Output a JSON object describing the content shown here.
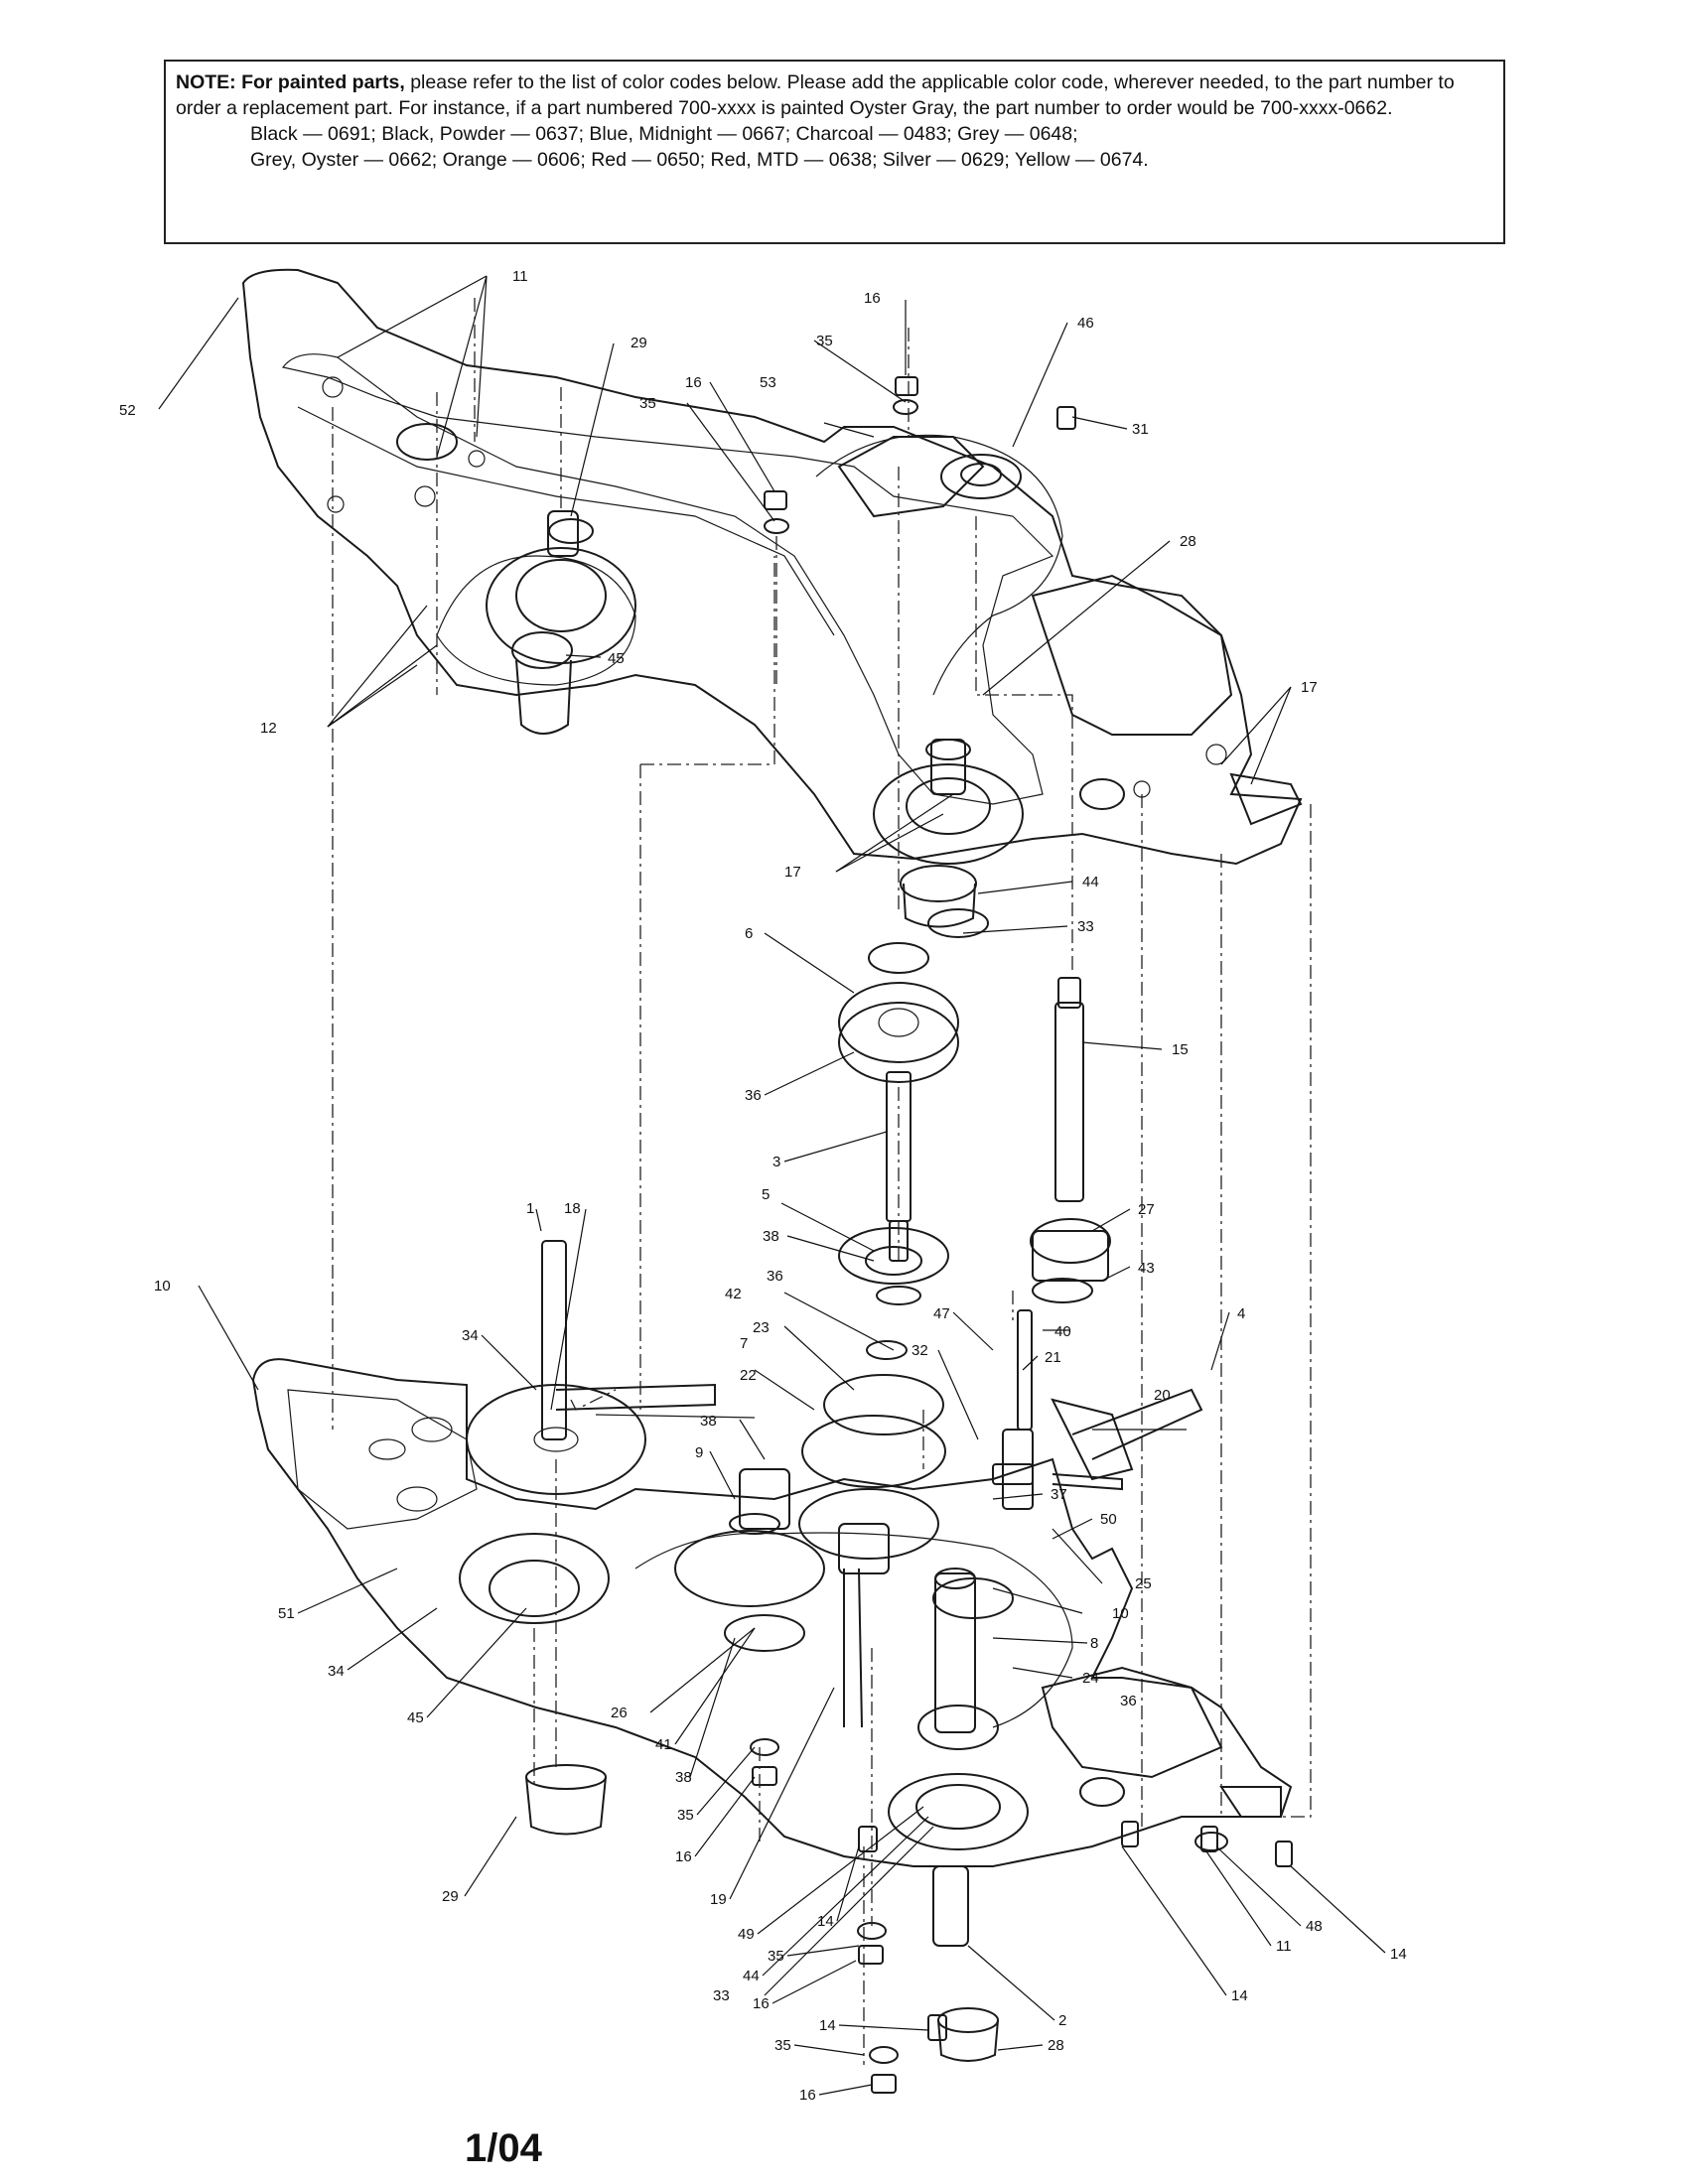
{
  "note": {
    "prefix": "NOTE:",
    "bold_phrase": "For painted parts,",
    "text": " please refer to the list of color codes below.  Please add the applicable color code, wherever needed, to the part number to order a replacement part.  For instance, if a part numbered 700-xxxx is painted Oyster Gray, the part number to order would be 700-xxxx-0662.",
    "codes_line1": "Black — 0691; Black, Powder — 0637; Blue, Midnight — 0667; Charcoal — 0483; Grey — 0648;",
    "codes_line2": "Grey, Oyster — 0662; Orange — 0606; Red — 0650; Red, MTD — 0638; Silver — 0629; Yellow — 0674."
  },
  "footer": {
    "date_code": "1/04"
  },
  "part_labels": [
    {
      "id": "l11a",
      "text": "11"
    },
    {
      "id": "l52",
      "text": "52"
    },
    {
      "id": "l29a",
      "text": "29"
    },
    {
      "id": "l16a",
      "text": "16"
    },
    {
      "id": "l35a",
      "text": "35"
    },
    {
      "id": "l53",
      "text": "53"
    },
    {
      "id": "l16b",
      "text": "16"
    },
    {
      "id": "l35b",
      "text": "35"
    },
    {
      "id": "l46",
      "text": "46"
    },
    {
      "id": "l31",
      "text": "31"
    },
    {
      "id": "l28a",
      "text": "28"
    },
    {
      "id": "l45a",
      "text": "45"
    },
    {
      "id": "l12",
      "text": "12"
    },
    {
      "id": "l17a",
      "text": "17"
    },
    {
      "id": "l17b",
      "text": "17"
    },
    {
      "id": "l44a",
      "text": "44"
    },
    {
      "id": "l33a",
      "text": "33"
    },
    {
      "id": "l6",
      "text": "6"
    },
    {
      "id": "l36a",
      "text": "36"
    },
    {
      "id": "l15",
      "text": "15"
    },
    {
      "id": "l3",
      "text": "3"
    },
    {
      "id": "l5",
      "text": "5"
    },
    {
      "id": "l38a",
      "text": "38"
    },
    {
      "id": "l27",
      "text": "27"
    },
    {
      "id": "l36b",
      "text": "36"
    },
    {
      "id": "l43",
      "text": "43"
    },
    {
      "id": "l1",
      "text": "1"
    },
    {
      "id": "l18",
      "text": "18"
    },
    {
      "id": "l10a",
      "text": "10"
    },
    {
      "id": "l42",
      "text": "42"
    },
    {
      "id": "l40",
      "text": "40"
    },
    {
      "id": "l4",
      "text": "4"
    },
    {
      "id": "l34a",
      "text": "34"
    },
    {
      "id": "l23",
      "text": "23"
    },
    {
      "id": "l47",
      "text": "47"
    },
    {
      "id": "l7",
      "text": "7"
    },
    {
      "id": "l32",
      "text": "32"
    },
    {
      "id": "l21",
      "text": "21"
    },
    {
      "id": "l20",
      "text": "20"
    },
    {
      "id": "l22",
      "text": "22"
    },
    {
      "id": "l38b",
      "text": "38"
    },
    {
      "id": "l9",
      "text": "9"
    },
    {
      "id": "l37",
      "text": "37"
    },
    {
      "id": "l50",
      "text": "50"
    },
    {
      "id": "l25",
      "text": "25"
    },
    {
      "id": "l51",
      "text": "51"
    },
    {
      "id": "l10b",
      "text": "10"
    },
    {
      "id": "l8",
      "text": "8"
    },
    {
      "id": "l24",
      "text": "24"
    },
    {
      "id": "l34b",
      "text": "34"
    },
    {
      "id": "l36c",
      "text": "36"
    },
    {
      "id": "l26",
      "text": "26"
    },
    {
      "id": "l41",
      "text": "41"
    },
    {
      "id": "l45b",
      "text": "45"
    },
    {
      "id": "l38c",
      "text": "38"
    },
    {
      "id": "l35c",
      "text": "35"
    },
    {
      "id": "l16c",
      "text": "16"
    },
    {
      "id": "l19",
      "text": "19"
    },
    {
      "id": "l29b",
      "text": "29"
    },
    {
      "id": "l49",
      "text": "49"
    },
    {
      "id": "l44b",
      "text": "44"
    },
    {
      "id": "l33b",
      "text": "33"
    },
    {
      "id": "l14a",
      "text": "14"
    },
    {
      "id": "l35d",
      "text": "35"
    },
    {
      "id": "l16d",
      "text": "16"
    },
    {
      "id": "l14b",
      "text": "14"
    },
    {
      "id": "l2",
      "text": "2"
    },
    {
      "id": "l35e",
      "text": "35"
    },
    {
      "id": "l28b",
      "text": "28"
    },
    {
      "id": "l16e",
      "text": "16"
    },
    {
      "id": "l48",
      "text": "48"
    },
    {
      "id": "l14c",
      "text": "14"
    },
    {
      "id": "l11b",
      "text": "11"
    },
    {
      "id": "l14d",
      "text": "14"
    }
  ]
}
